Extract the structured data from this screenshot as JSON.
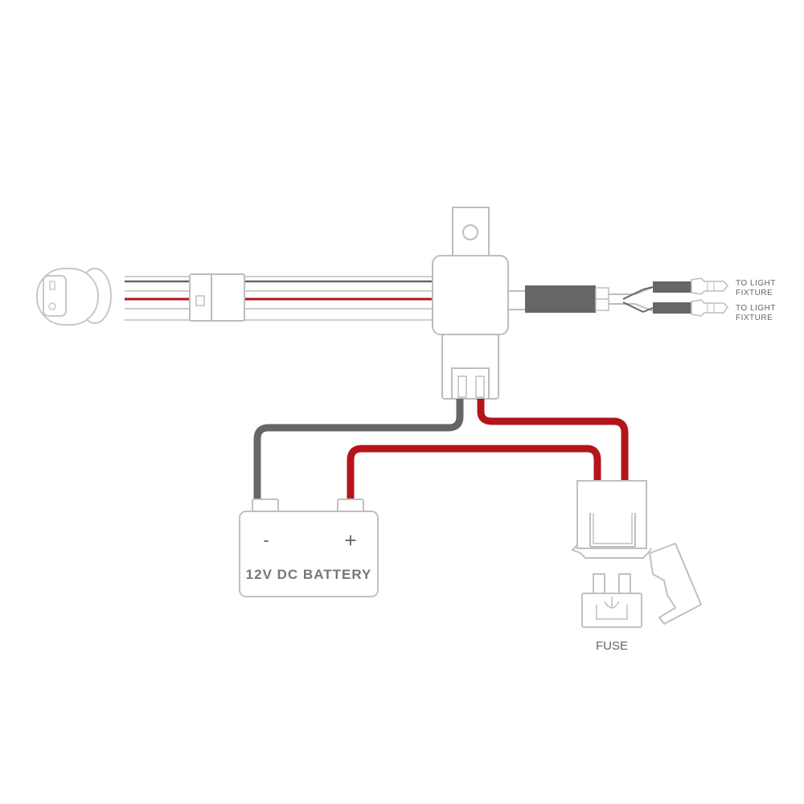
{
  "labels": {
    "fixture_1": "TO LIGHT\nFIXTURE",
    "fixture_1_line1": "TO  LIGHT",
    "fixture_1_line2": "FIXTURE",
    "fixture_2_line1": "TO  LIGHT",
    "fixture_2_line2": "FIXTURE",
    "battery_negative": "-",
    "battery_positive": "+",
    "battery_name": "12V DC BATTERY",
    "fuse": "FUSE"
  },
  "colors": {
    "outline": "#bdbdbd",
    "red_wire": "#b3151b",
    "grey_wire": "#666666",
    "text": "#666666"
  }
}
